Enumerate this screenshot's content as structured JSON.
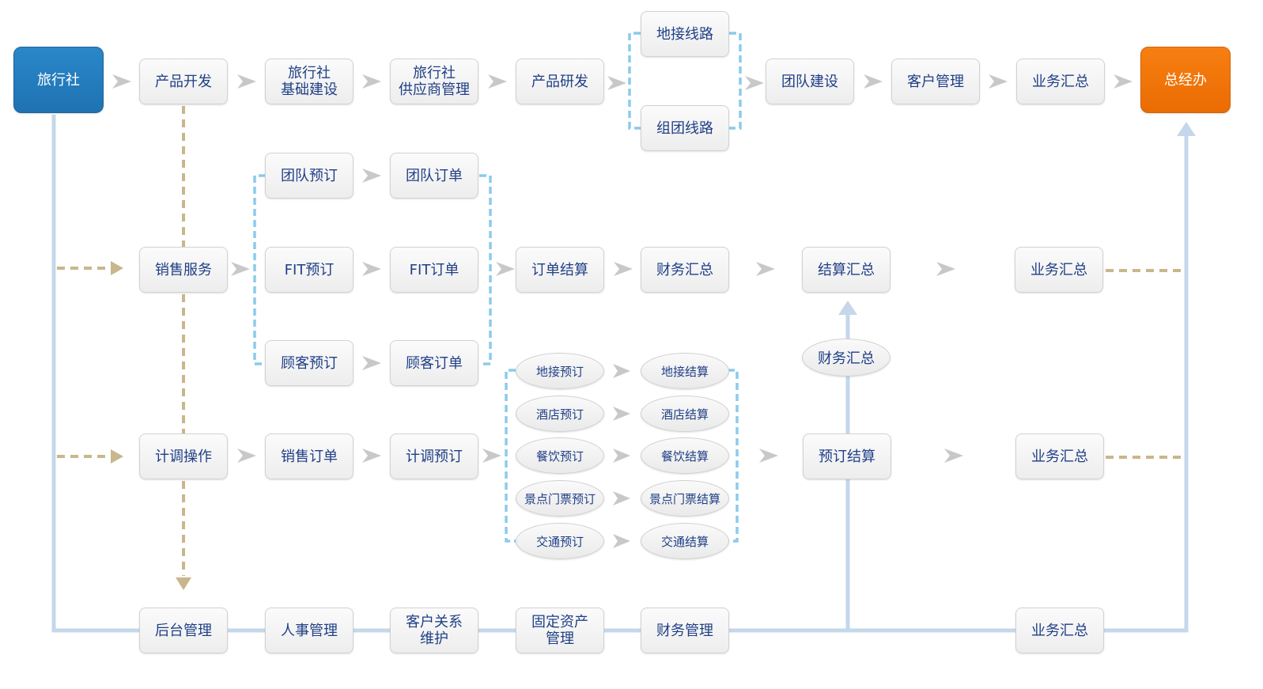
{
  "title_row": {
    "start": "旅行社",
    "end": "总经办",
    "steps": [
      "产品开发",
      "旅行社\n基础建设",
      "旅行社\n供应商管理",
      "产品研发",
      "地接线路",
      "组团线路",
      "团队建设",
      "客户管理",
      "业务汇总"
    ]
  },
  "sales_row": {
    "head": "销售服务",
    "bookings": [
      "团队预订",
      "FIT预订",
      "顾客预订"
    ],
    "orders": [
      "团队订单",
      "FIT订单",
      "顾客订单"
    ],
    "order_settlement": "订单结算",
    "finance_summary": "财务汇总",
    "settlement_summary": "结算汇总",
    "business_summary": "业务汇总"
  },
  "ops_row": {
    "head": "计调操作",
    "sales_order": "销售订单",
    "dispatch_booking": "计调预订",
    "bookings": [
      "地接预订",
      "酒店预订",
      "餐饮预订",
      "景点门票预订",
      "交通预订"
    ],
    "settlements": [
      "地接结算",
      "酒店结算",
      "餐饮结算",
      "景点门票结算",
      "交通结算"
    ],
    "finance_summary": "财务汇总",
    "booking_settlement": "预订结算",
    "business_summary": "业务汇总"
  },
  "backend_row": {
    "steps": [
      "后台管理",
      "人事管理",
      "客户关系\n维护",
      "固定资产\n管理",
      "财务管理"
    ],
    "business_summary": "业务汇总"
  },
  "colors": {
    "start_blue": "#2177bb",
    "end_orange": "#f27507",
    "text_navy": "#1f3f86",
    "bracket_blue": "#8ccbec",
    "trunk_blue": "#c5d7ea",
    "dashed_tan": "#c9b68c",
    "arrow_gray": "#c8c8c8"
  }
}
